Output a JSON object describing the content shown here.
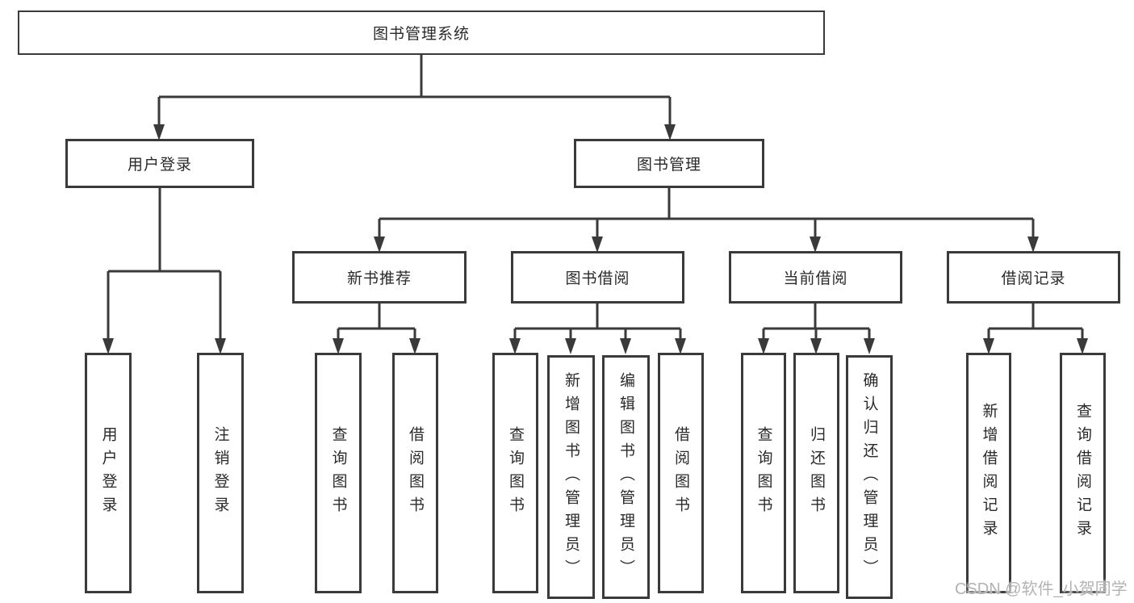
{
  "diagram_title": "图书管理系统",
  "tree": {
    "root": {
      "label": "图书管理系统"
    },
    "level1": [
      {
        "label": "用户登录"
      },
      {
        "label": "图书管理"
      }
    ],
    "level2": [
      {
        "label": "新书推荐"
      },
      {
        "label": "图书借阅"
      },
      {
        "label": "当前借阅"
      },
      {
        "label": "借阅记录"
      }
    ],
    "leaves": {
      "login_group": [
        {
          "label": "用户登录"
        },
        {
          "label": "注销登录"
        }
      ],
      "recommend_group": [
        {
          "label": "查询图书"
        },
        {
          "label": "借阅图书"
        }
      ],
      "borrow_group": [
        {
          "label": "查询图书"
        },
        {
          "label": "新增图书（管理员）"
        },
        {
          "label": "编辑图书（管理员）"
        },
        {
          "label": "借阅图书"
        }
      ],
      "current_group": [
        {
          "label": "查询图书"
        },
        {
          "label": "归还图书"
        },
        {
          "label": "确认归还（管理员）"
        }
      ],
      "record_group": [
        {
          "label": "新增借阅记录"
        },
        {
          "label": "查询借阅记录"
        }
      ]
    }
  },
  "watermark": {
    "text": "CSDN @软件_小贺同学"
  },
  "colors": {
    "line": "#3a3a3a",
    "box_border": "#3a3a3a",
    "background": "#ffffff",
    "text": "#2a2a2a",
    "watermark": "#b3b3b3"
  }
}
